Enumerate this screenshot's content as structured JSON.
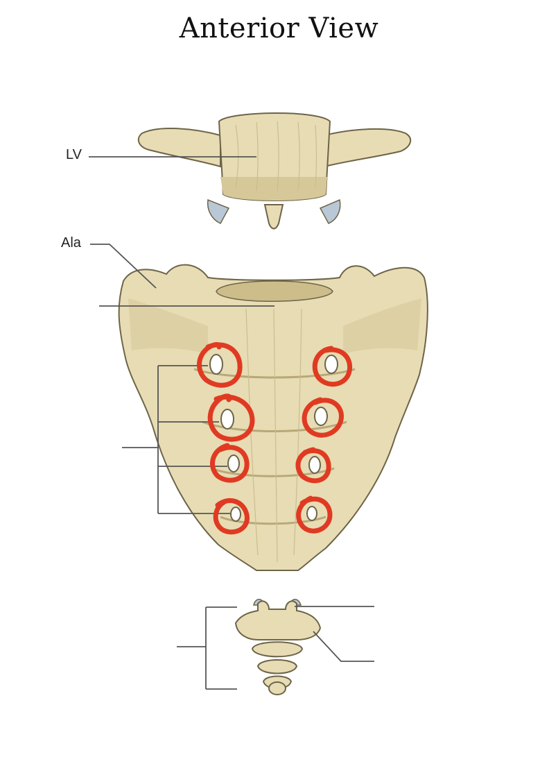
{
  "title": "Anterior View",
  "labels": {
    "lv": "LV",
    "ala": "Ala"
  },
  "colors": {
    "bone": "#e7dcb4",
    "annotation_circles": "#e03a22",
    "cartilage": "#b9c8d6"
  },
  "annotations": {
    "circled_structures": "anterior sacral foramina",
    "circle_count": 8
  }
}
